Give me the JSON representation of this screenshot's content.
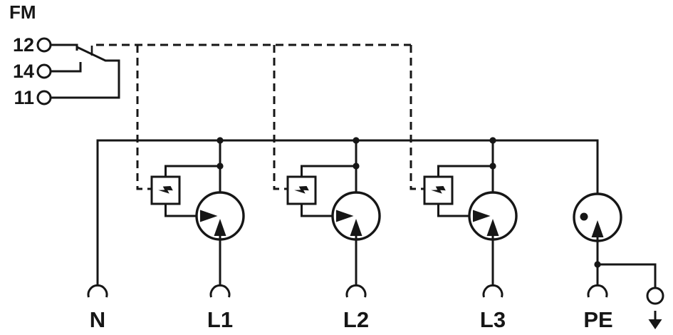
{
  "diagram_type": "surge-protection-application-circuit",
  "colors": {
    "line": "#161616",
    "background": "#ffffff"
  },
  "fm": {
    "title": "FM",
    "contacts": [
      {
        "label": "12"
      },
      {
        "label": "14"
      },
      {
        "label": "11"
      }
    ]
  },
  "terminals": [
    {
      "label": "N"
    },
    {
      "label": "L1"
    },
    {
      "label": "L2"
    },
    {
      "label": "L3"
    },
    {
      "label": "PE"
    }
  ],
  "icons": {
    "arrester_box": "spark-gap-box-icon",
    "arrester_circle": "surge-arrester-icon",
    "pe_arrester_circle": "n-pe-spark-gap-icon",
    "earth": "earth-ground-icon",
    "switch": "changeover-contact-icon"
  }
}
